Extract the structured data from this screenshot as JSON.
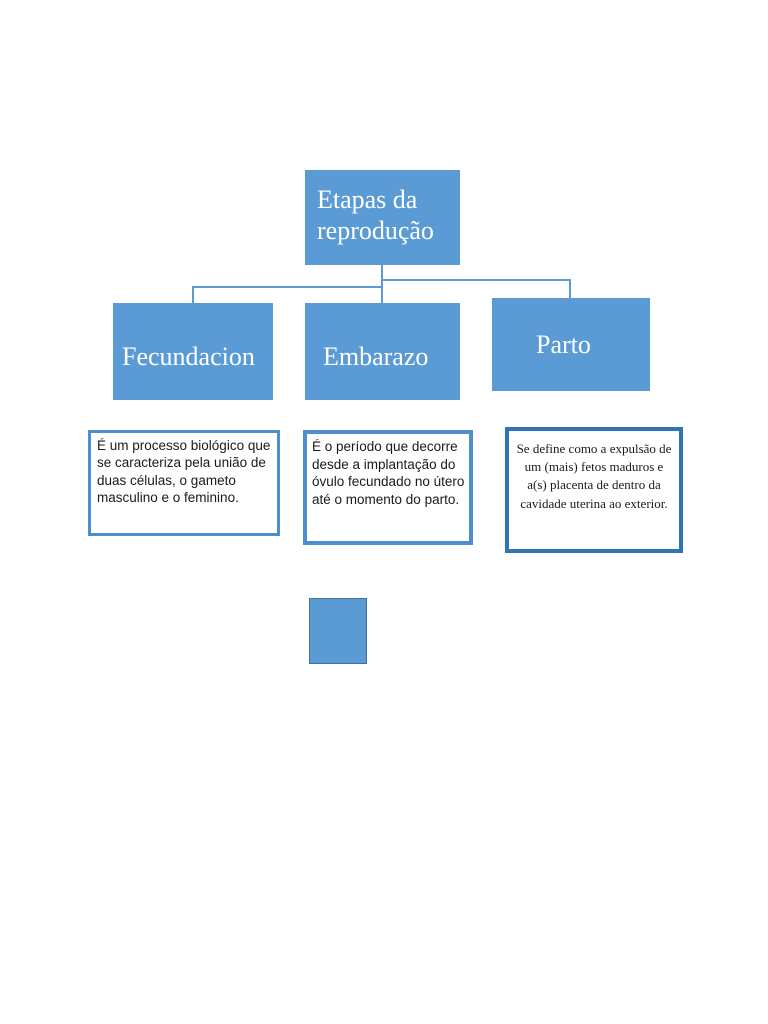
{
  "diagram": {
    "title": "Etapas da reprodução",
    "colors": {
      "node_fill": "#5B9BD5",
      "connector": "#5B9BD5",
      "border_light": "#4D8FD0",
      "border_dark": "#2E75B6",
      "node_text": "#FFFFFF",
      "body_text": "#1A1A1A",
      "page_background": "#FFFFFF"
    },
    "root": {
      "label": "Etapas da reprodução"
    },
    "branches": [
      {
        "label": "Fecundacion",
        "description": "É um processo biológico que se caracteriza pela união de duas células, o gameto masculino e o feminino."
      },
      {
        "label": "Embarazo",
        "description": "É o período que decorre desde a implantação do óvulo fecundado no útero até o momento do parto."
      },
      {
        "label": "Parto",
        "description": "Se define como a expulsão de um (mais) fetos maduros e a(s) placenta de dentro da cavidade uterina ao exterior."
      }
    ],
    "extra_shape": {
      "label": "",
      "shape": "rectangle"
    }
  }
}
